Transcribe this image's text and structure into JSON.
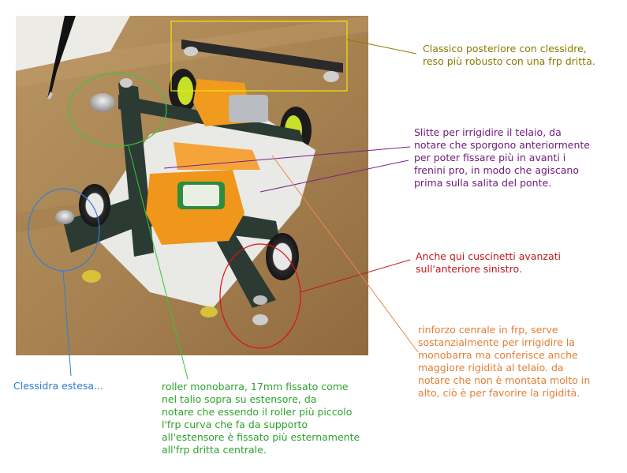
{
  "annotations": {
    "rear": {
      "lines": [
        "Classico posteriore con clessidre,",
        "reso più robusto con una frp dritta."
      ],
      "color": "#8b7a00"
    },
    "slides": {
      "lines": [
        "Slitte per irrigidire il telaio, da",
        "notare che sporgono anteriormente",
        "per poter fissare più in avanti i",
        "frenini pro, in modo che agiscano",
        "prima sulla salita del ponte."
      ],
      "color": "#6e1a7a"
    },
    "bearings": {
      "lines": [
        "Anche qui cuscinetti avanzati",
        "sull'anteriore sinistro."
      ],
      "color": "#c0171c"
    },
    "reinforcement": {
      "lines": [
        "rinforzo cenrale in frp, serve",
        "sostanzialmente per irrigidire la",
        "monobarra ma conferisce anche",
        "maggiore rigidità al telaio. da",
        "notare che non è montata molto in",
        "alto, ciò è per favorire la rigidità."
      ],
      "color": "#e37e34"
    },
    "hourglass": {
      "lines": [
        "Clessidra estesa..."
      ],
      "color": "#2a7bd4"
    },
    "roller": {
      "lines": [
        "roller monobarra, 17mm fissato come",
        "nel talio sopra su estensore, da",
        "notare che essendo il roller più piccolo",
        "l'frp curva che fa da supporto",
        "all'estensore è fissato più esternamente",
        "all'frp dritta centrale."
      ],
      "color": "#2ea22e"
    }
  },
  "highlight_colors": {
    "rear_box": "#f5e400",
    "slides_line": "#7a1f8a",
    "bearings_circle": "#e01010",
    "reinforcement_line": "#e9884a",
    "hourglass_circle": "#2d7fd6",
    "roller_circle": "#3cc43c"
  }
}
